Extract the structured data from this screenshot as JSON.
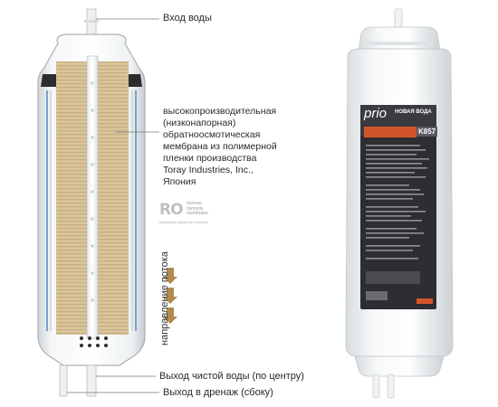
{
  "labels": {
    "inlet": "Вход воды",
    "membrane_lines": [
      "высокопроизводительная",
      "(низконапорная)",
      "обратноосмотическая",
      "мембрана из полимерной",
      "пленки производства",
      "Toray Industries, Inc.,",
      "Япония"
    ],
    "flow_direction": "направление потока",
    "clean_outlet": "Выход чистой воды (по центру)",
    "drain_outlet": "Выход в дренаж (сбоку)"
  },
  "ro_logo": {
    "mark": "RO",
    "text_lines": [
      "reverse",
      "osmosis",
      "membrane"
    ],
    "subtitle": "мембрана обратного осмоса"
  },
  "product": {
    "brand": "prio",
    "brand_sub": "НОВАЯ ВОДА",
    "model": "K857"
  },
  "colors": {
    "membrane_fill": "#d8c49a",
    "membrane_stripe": "#c2a878",
    "housing": "#e9ecee",
    "label_dark": "#2e2e32",
    "label_orange": "#d2552a",
    "flow_arrow": "#b08a4e"
  }
}
